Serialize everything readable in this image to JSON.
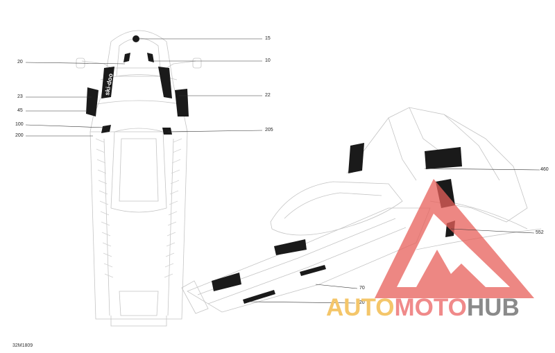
{
  "callouts": {
    "c15": "15",
    "c20": "20",
    "c10": "10",
    "c23": "23",
    "c22": "22",
    "c45": "45",
    "c100": "100",
    "c200": "200",
    "c205": "205",
    "c460": "460",
    "c552": "552",
    "c70": "70",
    "c520": "520"
  },
  "drawing_code": "32M1809",
  "watermark": {
    "part1": "AUTO",
    "part2": "MOTO",
    "part3": "HUB"
  },
  "decal_text": "ski-doo",
  "colors": {
    "line": "#bdbdbd",
    "leader": "#333333",
    "decal": "#1a1a1a",
    "red": "#e8605a",
    "yellow": "#f4c66a"
  }
}
